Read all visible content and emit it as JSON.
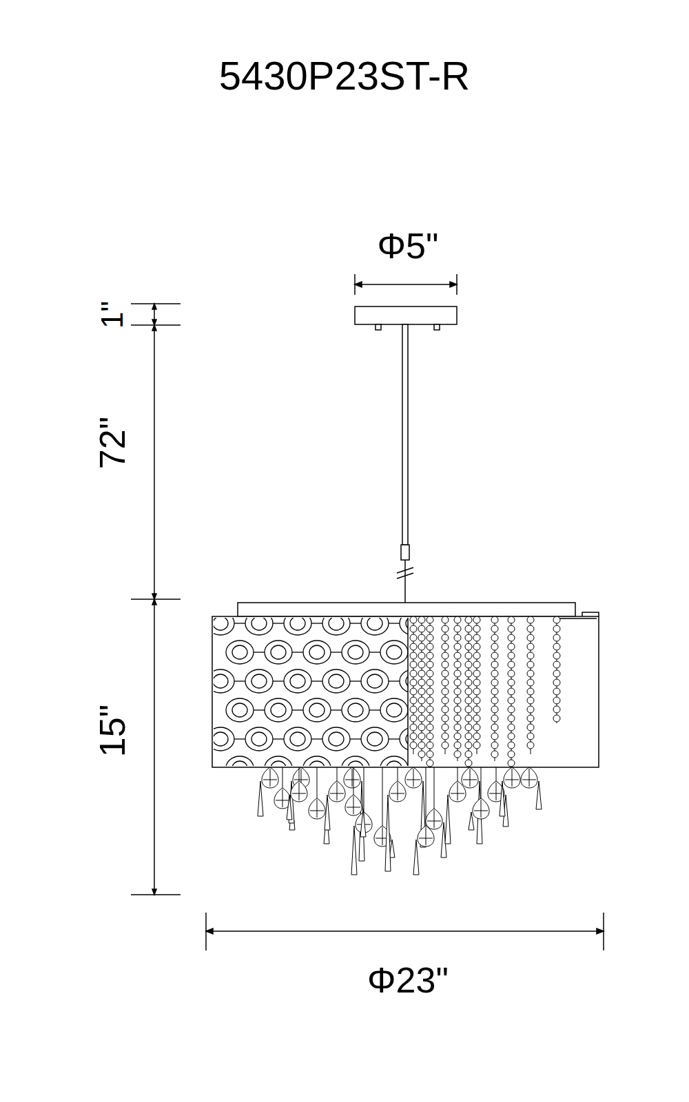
{
  "diagram": {
    "title": "5430P23ST-R",
    "labels": [
      "Φ5\"",
      "1\"",
      "72\"",
      "15\"",
      "Φ23\""
    ]
  }
}
